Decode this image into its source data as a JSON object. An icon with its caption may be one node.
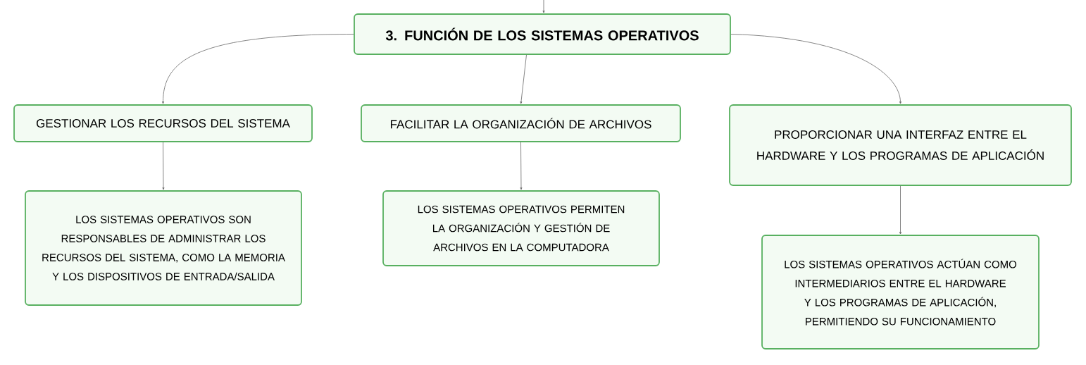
{
  "diagram": {
    "nodes": [
      {
        "text": [
          "3. FUNCIÓN DE LOS SISTEMAS OPERATIVOS"
        ]
      },
      {
        "text": [
          "GESTIONAR LOS RECURSOS DEL SISTEMA"
        ]
      },
      {
        "text": [
          "FACILITAR LA ORGANIZACIÓN DE ARCHIVOS"
        ]
      },
      {
        "text": [
          "PROPORCIONAR UNA INTERFAZ ENTRE EL HARDWARE Y LOS PROGRAMAS DE APLICACIÓN"
        ]
      },
      {
        "text": [
          "LOS SISTEMAS OPERATIVOS SON RESPONSABLES DE ADMINISTRAR LOS RECURSOS DEL SISTEMA, COMO LA MEMORIA Y LOS DISPOSITIVOS DE ENTRADA/SALIDA"
        ]
      },
      {
        "text": [
          "LOS SISTEMAS OPERATIVOS PERMITEN LA ORGANIZACIÓN Y GESTIÓN DE ARCHIVOS EN LA COMPUTADORA"
        ]
      },
      {
        "text": [
          "LOS SISTEMAS OPERATIVOS ACTÚAN COMO INTERMEDIARIOS ENTRE EL HARDWARE Y LOS PROGRAMAS DE APLICACIÓN, PERMITIENDO SU FUNCIONAMIENTO"
        ]
      }
    ],
    "edges": [
      {
        "from": null,
        "to": 0,
        "arrow": "to"
      },
      {
        "from": 0,
        "to": 1,
        "arrow": "to"
      },
      {
        "from": 0,
        "to": 2,
        "arrow": "to"
      },
      {
        "from": 0,
        "to": 3,
        "arrow": "to"
      },
      {
        "from": 1,
        "to": 4,
        "arrow": "to"
      },
      {
        "from": 2,
        "to": 5,
        "arrow": "to"
      },
      {
        "from": 3,
        "to": 6,
        "arrow": "to"
      }
    ]
  }
}
